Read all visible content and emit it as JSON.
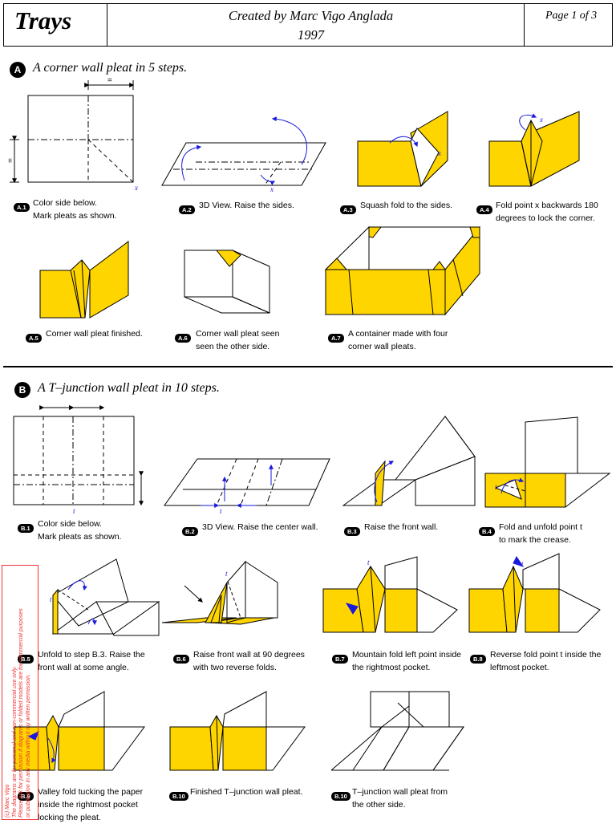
{
  "header": {
    "title": "Trays",
    "author": "Created by Marc Vigo Anglada",
    "year": "1997",
    "page": "Page 1 of 3"
  },
  "sectionA": {
    "badge": "A",
    "title": "A corner wall pleat in 5 steps.",
    "steps": [
      {
        "id": "A.1",
        "lines": [
          "Color side below.",
          "Mark pleats as shown."
        ]
      },
      {
        "id": "A.2",
        "lines": [
          "3D View. Raise the sides."
        ]
      },
      {
        "id": "A.3",
        "lines": [
          "Squash fold to the sides."
        ]
      },
      {
        "id": "A.4",
        "lines": [
          "Fold point x backwards 180",
          "degrees to lock the corner."
        ]
      },
      {
        "id": "A.5",
        "lines": [
          "Corner wall pleat finished."
        ]
      },
      {
        "id": "A.6",
        "lines": [
          "Corner wall pleat seen",
          "seen the other side."
        ]
      },
      {
        "id": "A.7",
        "lines": [
          "A container made with four",
          "corner wall pleats."
        ]
      }
    ]
  },
  "sectionB": {
    "badge": "B",
    "title": "A T–junction wall pleat in 10 steps.",
    "steps": [
      {
        "id": "B.1",
        "lines": [
          "Color side below.",
          "Mark pleats as shown."
        ]
      },
      {
        "id": "B.2",
        "lines": [
          "3D View. Raise the center wall."
        ]
      },
      {
        "id": "B.3",
        "lines": [
          "Raise the front wall."
        ]
      },
      {
        "id": "B.4",
        "lines": [
          "Fold and unfold point t",
          "to mark the crease."
        ]
      },
      {
        "id": "B.5",
        "lines": [
          "Unfold to step B.3. Raise the",
          "front wall at some angle."
        ]
      },
      {
        "id": "B.6",
        "lines": [
          "Raise front wall at 90 degrees",
          "with two reverse folds."
        ]
      },
      {
        "id": "B.7",
        "lines": [
          "Mountain fold left point inside",
          "the rightmost pocket."
        ]
      },
      {
        "id": "B.8",
        "lines": [
          "Reverse fold point t inside the",
          "leftmost pocket."
        ]
      },
      {
        "id": "B.9",
        "lines": [
          "Valley fold tucking the paper",
          "inside the rightmost pocket",
          "locking the pleat."
        ]
      },
      {
        "id": "B.10",
        "lines": [
          "Finished T–junction wall pleat."
        ]
      },
      {
        "id": "B.10",
        "lines": [
          "T–junction wall pleat from",
          "the other side."
        ]
      }
    ]
  },
  "diagram_labels": {
    "equal": "=",
    "x": "x",
    "t": "t"
  },
  "copyright": {
    "lines": [
      "(c) Marc Vigo",
      "The diagrams are for personal and non-commercial use only.",
      "Please ask for permission if diagrams or folded models are for commercial purposes",
      "or publication in any media without my written permission."
    ]
  },
  "colors": {
    "paper_yellow": "#FFD500",
    "arrow_blue": "#1a1adc",
    "copyright_red": "#e33333"
  }
}
